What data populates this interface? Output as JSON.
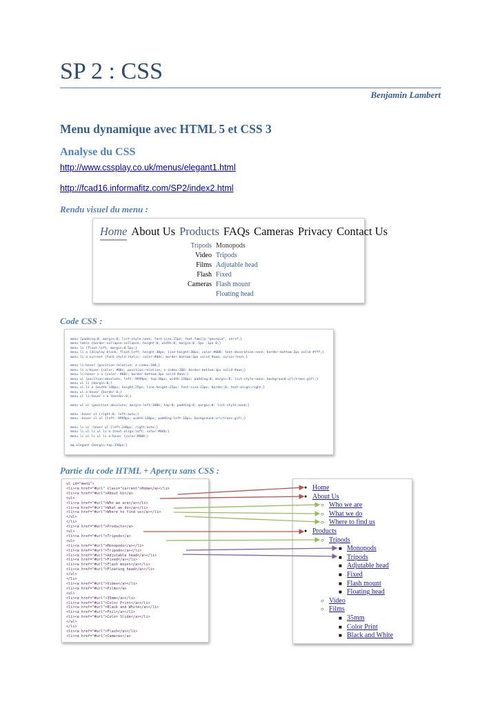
{
  "title": "SP 2 : CSS",
  "author": "Benjamin Lambert",
  "heading1": "Menu dynamique avec HTML 5 et CSS 3",
  "heading2": "Analyse du CSS",
  "links": [
    "http://www.cssplay.co.uk/menus/elegant1.html",
    "http://fcad16.informafitz.com/SP2/index2.html"
  ],
  "captions": {
    "rendu": "Rendu visuel du menu :",
    "code": "Code CSS :",
    "partie": "Partie du code HTML + Aperçu sans CSS :"
  },
  "menu_render": {
    "top_items": [
      "Home",
      "About Us",
      "Products",
      "FAQs",
      "Cameras",
      "Privacy",
      "Contact Us"
    ],
    "left_sub": [
      "Tripods",
      "Video",
      "Films",
      "Flash",
      "Cameras"
    ],
    "right_sub": [
      "Monopods",
      "Tripods",
      "Adjutable head",
      "Fixed",
      "Flash mount",
      "Floating head"
    ]
  },
  "css_code_lines": [
    "menu {padding:0; margin:0; list-style:none; font-size:15px; font-family:\"georgia\", serif;}",
    "menu table {border-collapse:collapse; height:0; width:0; margin:0 -5px -1px 0;}",
    "menu li {float:left; margin:0 5px;}",
    "menu li a {display:block; float:left; height:30px; line-height:30px; color:#000; text-decoration:none; border-bottom:3px solid #fff;}",
    "menu li a.current {font-style:italic; color:#08c; border-bottom:3px solid #aaa; cursor:text;}",
    "",
    "menu li:hover {position:relative; z-index:100;}",
    "menu li a:hover {color: #08c; position:relative; z-index:100; border-bottom:3px solid #aaa;}",
    "menu li:hover > a {color: #08c; border-bottom:3px solid #aaa;}",
    "menu ul {position:absolute; left:-9999px; top:30px; width:140px; padding:0; margin:0; list-style:none; background:url(trans.gif);}",
    "menu ul li {margin:0;}",
    "menu ul li a {width:140px; height:25px; line-height:25px; font-size:13px; border:0; text-align:right;}",
    "menu ul a:hover {border:0;}",
    "menu ul li:hover > a {border:0;}",
    "",
    "menu ul ul {position:absolute; margin-left:100%; top:0; padding:0; margin:0; list-style:none;}",
    "",
    "menu :hover ul {right:0; left:auto;}",
    "menu :hover ul ul {left:-9999px; width:130px; padding-left:10px; background:url(trans.gif);}",
    "",
    "menu li ul :hover ul {left:140px; right:auto;}",
    "menu li ul li ul li a {text-align:left; color:#04b;}",
    "menu li ul li ul li a:hover {color:#000;}",
    "",
    "mq.elegant {margin-top:250px;}"
  ],
  "html_code_lines": [
    "ul id=\"menu\">",
    "  <li><a href=\"#url\" class=\"current\">Home</a></li>",
    "  <li><a href=\"#url\">About Us</a>",
    "    <ul>",
    "      <li><a href=\"#url\">Who we are</a></li>",
    "      <li><a href=\"#url\">What we do</a></li>",
    "      <li><a href=\"#url\">Where to find us</a></li>",
    "    </ul>",
    "  </li>",
    "  <li><a href=\"#url\">Products</a>",
    "    <ul>",
    "      <li><a href=\"#url\">Tripods</a>",
    "        <ul>",
    "          <li><a href=\"#url\">Monopods</a></li>",
    "          <li><a href=\"#url\">Tripods</a></li>",
    "          <li><a href=\"#url\">Adjutable head</a></li>",
    "          <li><a href=\"#url\">Fixed</a></li>",
    "          <li><a href=\"#url\">Flash mount</a></li>",
    "          <li><a href=\"#url\">Floating head</a></li>",
    "        </ul>",
    "      </li>",
    "      <li><a href=\"#url\">Video</a></li>",
    "      <li><a href=\"#url\">Films</a>",
    "        <ul>",
    "          <li><a href=\"#url\">35mm</a></li>",
    "          <li><a href=\"#url\">Color Print</a></li>",
    "          <li><a href=\"#url\">Black and White</a></li>",
    "          <li><a href=\"#url\">Foil</a></li>",
    "          <li><a href=\"#url\">Color Slide</a></li>",
    "        </ul>",
    "      </li>",
    "      <li><a href=\"#url\">Flash</a></li>",
    "      <li><a href=\"#url\">Cameras</a>"
  ],
  "preview_items": [
    {
      "text": "Home",
      "level": 1
    },
    {
      "text": "About Us",
      "level": 1
    },
    {
      "text": "Who we are",
      "level": 2
    },
    {
      "text": "What we do",
      "level": 2
    },
    {
      "text": "Where to find us",
      "level": 2
    },
    {
      "text": "Products",
      "level": 1
    },
    {
      "text": "Tripods",
      "level": 2
    },
    {
      "text": "Monopods",
      "level": 3
    },
    {
      "text": "Tripods",
      "level": 3
    },
    {
      "text": "Adjutable head",
      "level": 3
    },
    {
      "text": "Fixed",
      "level": 3
    },
    {
      "text": "Flash mount",
      "level": 3
    },
    {
      "text": "Floating head",
      "level": 3
    },
    {
      "text": "Video",
      "level": 2
    },
    {
      "text": "Films",
      "level": 2
    },
    {
      "text": "35mm",
      "level": 3
    },
    {
      "text": "Color Print",
      "level": 3
    },
    {
      "text": "Black and White",
      "level": 3
    }
  ],
  "arrow_colors": {
    "red": "#c0504d",
    "green": "#9bbb59",
    "purple": "#8064a2"
  }
}
